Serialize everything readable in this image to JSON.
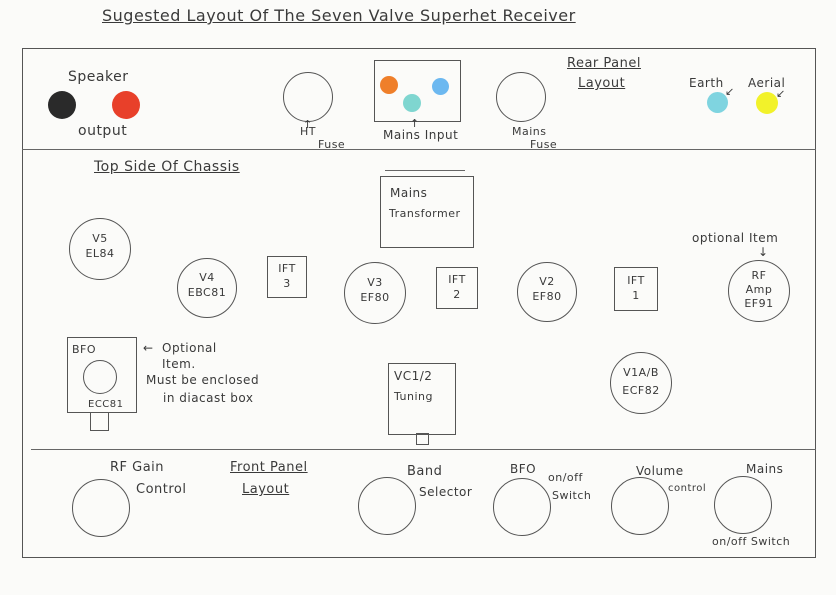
{
  "title": "Sugested Layout Of The Seven Valve Superhet Receiver",
  "rear_panel": {
    "heading_line1": "Rear Panel",
    "heading_line2": "Layout",
    "speaker_line1": "Speaker",
    "speaker_line2": "output",
    "ht_fuse_line1": "HT",
    "ht_fuse_line2": "Fuse",
    "mains_input": "Mains Input",
    "mains_fuse_line1": "Mains",
    "mains_fuse_line2": "Fuse",
    "earth": "Earth",
    "aerial": "Aerial",
    "colors": {
      "speaker_black": "#2a2a2a",
      "speaker_red": "#e8402a",
      "mains_orange": "#ef7f2a",
      "mains_teal": "#7fd6d0",
      "mains_blue": "#6cb8f0",
      "earth_teal": "#7fd4e0",
      "aerial_yellow": "#f2f22a"
    }
  },
  "chassis": {
    "heading": "Top Side Of Chassis",
    "transformer_line1": "Mains",
    "transformer_line2": "Transformer",
    "v5_line1": "V5",
    "v5_line2": "EL84",
    "v4_line1": "V4",
    "v4_line2": "EBC81",
    "ift3_line1": "IFT",
    "ift3_line2": "3",
    "v3_line1": "V3",
    "v3_line2": "EF80",
    "ift2_line1": "IFT",
    "ift2_line2": "2",
    "v2_line1": "V2",
    "v2_line2": "EF80",
    "ift1_line1": "IFT",
    "ift1_line2": "1",
    "rf_optional": "optional Item",
    "rf_line1": "RF",
    "rf_line2": "Amp",
    "rf_line3": "EF91",
    "bfo_label": "BFO",
    "bfo_valve": "ECC81",
    "bfo_note_line1": "Optional",
    "bfo_note_line2": "Item.",
    "bfo_note_line3": "Must be enclosed",
    "bfo_note_line4": "in diacast box",
    "vc_line1": "VC1/2",
    "vc_line2": "Tuning",
    "v1_line1": "V1A/B",
    "v1_line2": "ECF82"
  },
  "front_panel": {
    "heading_line1": "Front Panel",
    "heading_line2": "Layout",
    "rf_gain_line1": "RF Gain",
    "rf_gain_line2": "Control",
    "band_line1": "Band",
    "band_line2": "Selector",
    "bfo_line1": "BFO",
    "bfo_line2": "on/off",
    "bfo_line3": "Switch",
    "volume_line1": "Volume",
    "volume_line2": "control",
    "mains_line1": "Mains",
    "mains_line2": "on/off Switch"
  }
}
